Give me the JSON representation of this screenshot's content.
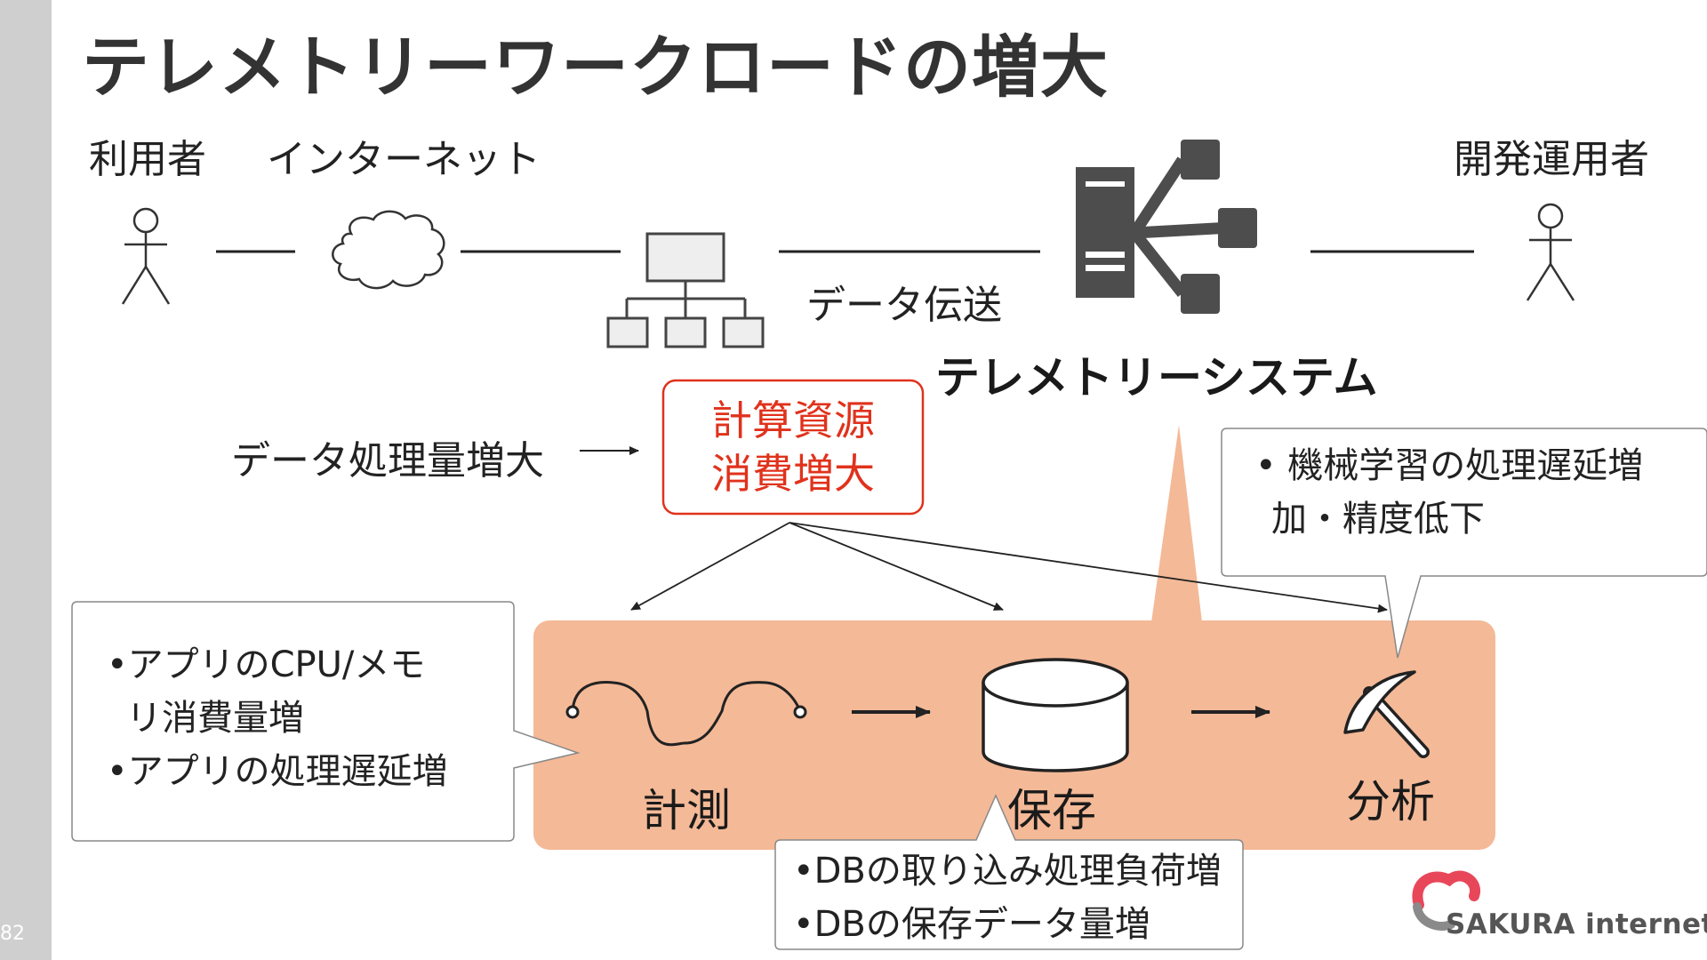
{
  "slide": {
    "number": "82",
    "title": "テレメトリーワークロードの増大"
  },
  "top_flow": {
    "user_label": "利用者",
    "internet_label": "インターネット",
    "data_transfer_label": "データ伝送",
    "telemetry_system_label": "テレメトリーシステム",
    "devops_label": "開発運用者"
  },
  "cause": {
    "label": "データ処理量増大",
    "highlight_lines": [
      "計算資源",
      "消費増大"
    ],
    "highlight_color": "#e0321c"
  },
  "pipeline": {
    "measure_label": "計測",
    "store_label": "保存",
    "analyze_label": "分析",
    "band_color": "#f4b997"
  },
  "callouts": {
    "app_lines": [
      "•アプリのCPU/メモ",
      "リ消費量増",
      "•アプリの処理遅延増"
    ],
    "ml_lines": [
      "• 機械学習の処理遅延増",
      "加・精度低下"
    ],
    "db_lines": [
      "•DBの取り込み処理負荷増",
      "•DBの保存データ量増"
    ]
  },
  "logo": {
    "text": "SAKURA internet",
    "accent_color": "#e8475a"
  },
  "icons": [
    "person-icon",
    "cloud-icon",
    "network-hierarchy-icon",
    "server-distribution-icon",
    "waveform-icon",
    "database-icon",
    "pickaxe-icon",
    "arrow-right-icon"
  ]
}
